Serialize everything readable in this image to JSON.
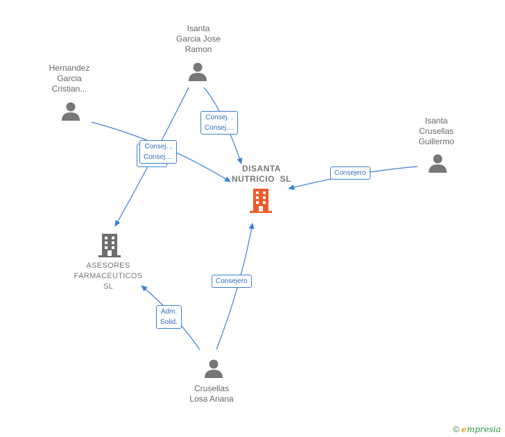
{
  "nodes": {
    "isanta_garcia": {
      "lines": [
        "Isanta",
        "Garcia Jose",
        "Ramon"
      ]
    },
    "hernandez": {
      "lines": [
        "Hernandez",
        "Garcia",
        "Cristian..."
      ]
    },
    "isanta_crusellas": {
      "lines": [
        "Isanta",
        "Crusellas",
        "Guillermo"
      ]
    },
    "disanta": {
      "lines": [
        "DISANTA",
        "NUTRICIO  SL"
      ]
    },
    "asesores": {
      "lines": [
        "ASESORES",
        "FARMACEUTICOS",
        "SL"
      ]
    },
    "crusellas": {
      "lines": [
        "Crusellas",
        "Losa Ariana"
      ]
    }
  },
  "edges": {
    "isanta_garcia_disanta": {
      "lines": [
        "Consej. ,",
        "Consej...."
      ]
    },
    "hernandez_disanta": {
      "lines": [
        "Consej. ,",
        "Consej...."
      ]
    },
    "isanta_crusellas_disanta": {
      "lines": [
        "Consejero"
      ]
    },
    "crusellas_disanta": {
      "lines": [
        "Consejero"
      ]
    },
    "crusellas_asesores": {
      "lines": [
        "Adm.",
        "Solid."
      ]
    }
  },
  "colors": {
    "edge": "#3a7fd5",
    "person_icon": "#777777",
    "main_company": "#f05a28",
    "secondary_company": "#6e6e6e"
  },
  "footer": {
    "copyright_symbol": "©",
    "brand_initial": "e",
    "brand_rest": "mpresia"
  }
}
